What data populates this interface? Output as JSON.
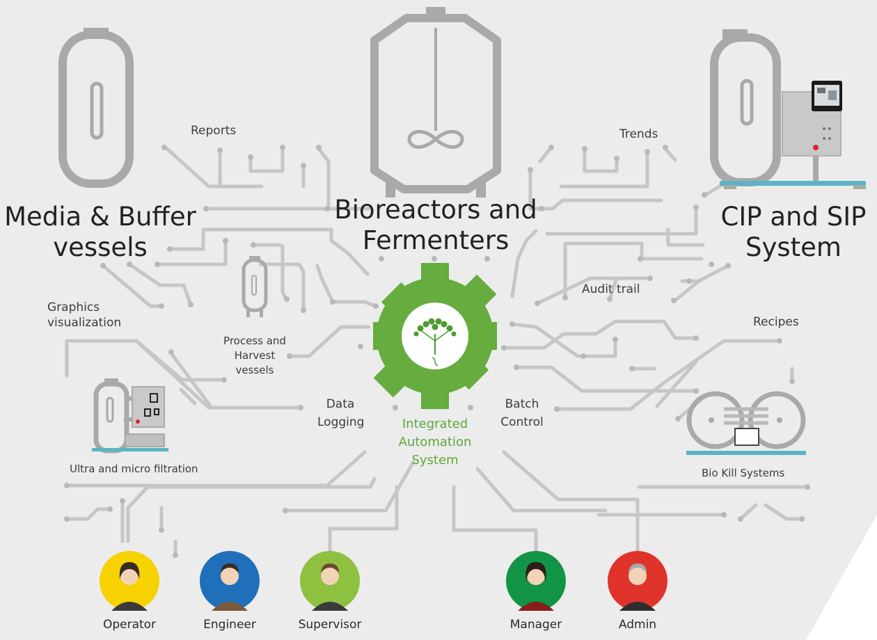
{
  "equipment": {
    "media_buffer": "Media & Buffer\nvessels",
    "bioreactors": "Bioreactors and\nFermenters",
    "cip_sip": "CIP and SIP\nSystem",
    "process_harvest": "Process and\nHarvest\nvessels",
    "ultra_micro": "Ultra and micro filtration",
    "bio_kill": "Bio Kill Systems"
  },
  "functions": {
    "reports": "Reports",
    "trends": "Trends",
    "audit_trail": "Audit trail",
    "recipes": "Recipes",
    "graphics": "Graphics\nvisualization",
    "data_logging": "Data\nLogging",
    "batch_control": "Batch\nControl"
  },
  "hub": {
    "title": "Integrated\nAutomation\nSystem"
  },
  "roles": [
    {
      "label": "Operator",
      "color": "#f5d200"
    },
    {
      "label": "Engineer",
      "color": "#1f6fba"
    },
    {
      "label": "Supervisor",
      "color": "#8dc13f"
    },
    {
      "label": "Manager",
      "color": "#129447"
    },
    {
      "label": "Admin",
      "color": "#e0342b"
    }
  ],
  "colors": {
    "background": "#ececec",
    "trace": "#c6c6c6",
    "vessel": "#a9a9a9",
    "accent_green": "#5ea83a",
    "skid_blue": "#5bb4c2"
  }
}
